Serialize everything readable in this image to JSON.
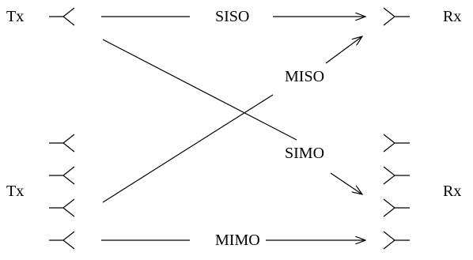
{
  "labels": {
    "tx_top": "Tx",
    "rx_top": "Rx",
    "tx_bottom": "Tx",
    "rx_bottom": "Rx",
    "siso": "SISO",
    "miso": "MISO",
    "simo": "SIMO",
    "mimo": "MIMO"
  },
  "antennas": {
    "tx_top_count": 1,
    "rx_top_count": 1,
    "tx_bottom_count": 4,
    "rx_bottom_count": 4
  },
  "colors": {
    "ink": "#000000",
    "background": "#ffffff"
  }
}
